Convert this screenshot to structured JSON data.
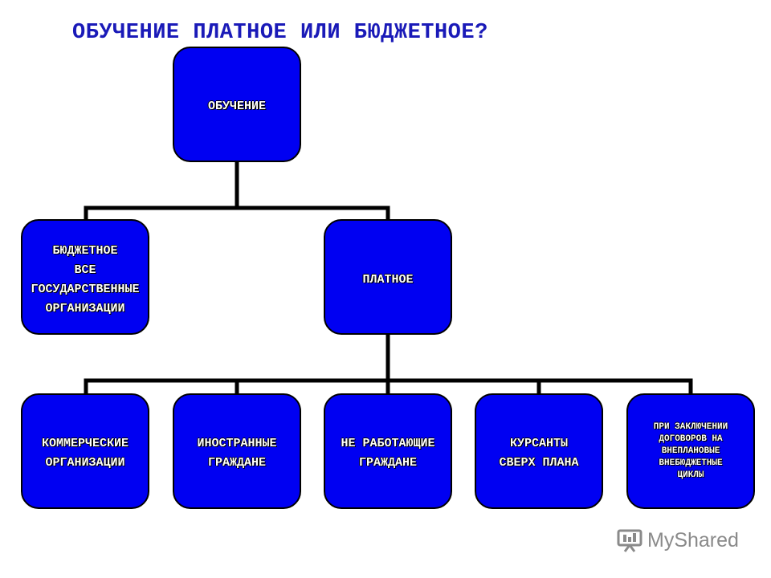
{
  "title": "ОБУЧЕНИЕ ПЛАТНОЕ ИЛИ БЮДЖЕТНОЕ?",
  "root": {
    "lines": [
      "ОБУЧЕНИЕ"
    ]
  },
  "budget": {
    "lines": [
      "БЮДЖЕТНОЕ",
      "ВСЕ",
      "ГОСУДАРСТВЕННЫЕ",
      "ОРГАНИЗАЦИИ"
    ]
  },
  "paid": {
    "lines": [
      "ПЛАТНОЕ"
    ]
  },
  "leaves": [
    {
      "lines": [
        "КОММЕРЧЕСКИЕ",
        " ОРГАНИЗАЦИИ"
      ]
    },
    {
      "lines": [
        "ИНОСТРАННЫЕ",
        "ГРАЖДАНЕ"
      ]
    },
    {
      "lines": [
        "НЕ РАБОТАЮЩИЕ",
        "ГРАЖДАНЕ"
      ]
    },
    {
      "lines": [
        "КУРСАНТЫ",
        "СВЕРХ ПЛАНА"
      ]
    },
    {
      "lines": [
        "ПРИ ЗАКЛЮЧЕНИИ",
        "ДОГОВОРОВ НА",
        "ВНЕПЛАНОВЫЕ",
        "ВНЕБЮДЖЕТНЫЕ",
        "ЦИКЛЫ"
      ]
    }
  ],
  "watermark": {
    "text": "MyShared"
  },
  "colors": {
    "box": "#0000f2",
    "title": "#1a1ab8",
    "line": "#000000"
  }
}
